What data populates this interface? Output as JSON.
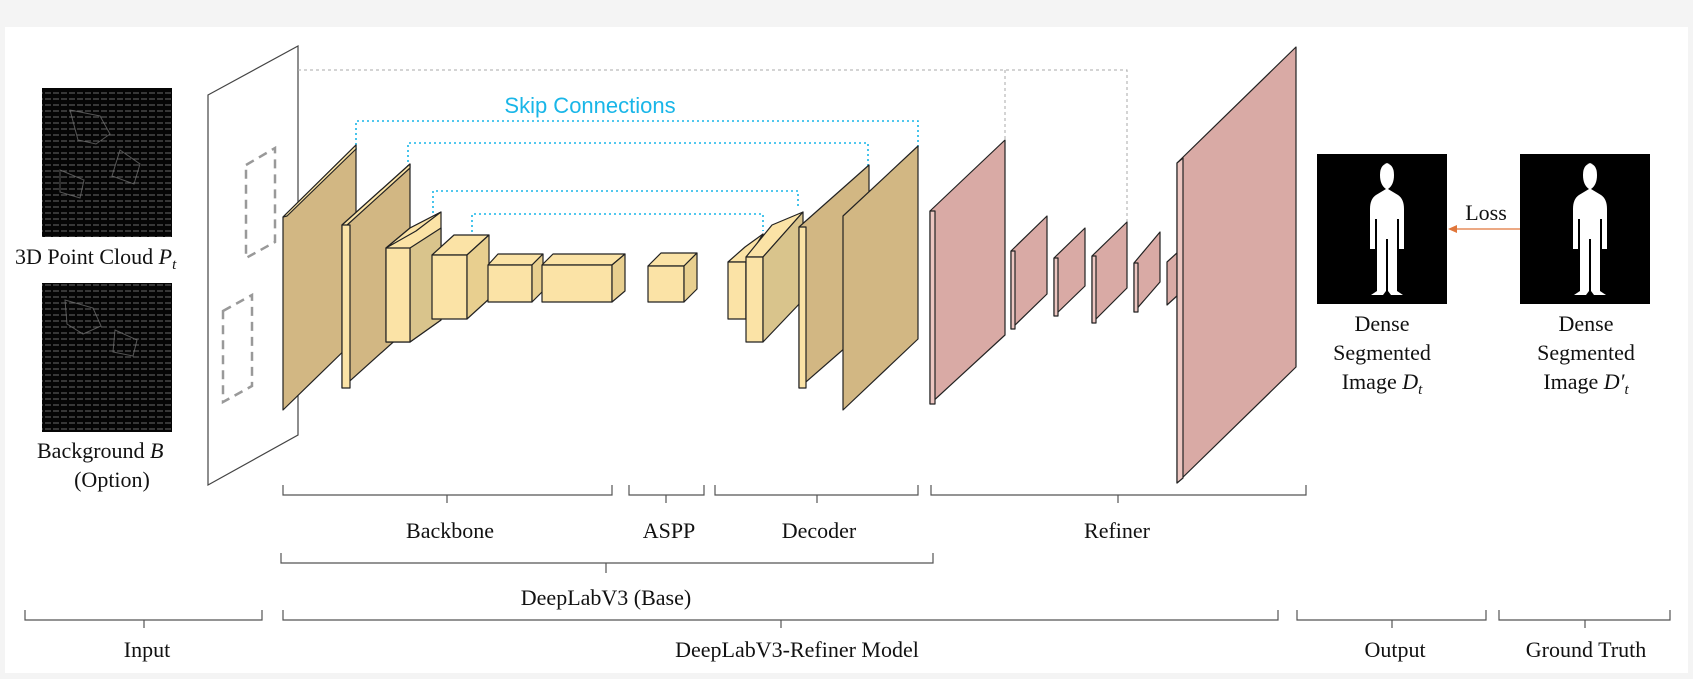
{
  "title": "",
  "labels": {
    "skip_connections": "Skip Connections",
    "point_cloud_caption": "3D Point Cloud",
    "point_cloud_symbol": "P",
    "point_cloud_subscript": "t",
    "background_caption": "Background",
    "background_symbol": "B",
    "background_option": "(Option)",
    "output_line1": "Dense",
    "output_line2": "Segmented",
    "output_line3": "Image",
    "output_symbol": "D",
    "output_subscript": "t",
    "gt_line1": "Dense",
    "gt_line2": "Segmented",
    "gt_line3": "Image",
    "gt_symbol": "D′",
    "gt_subscript": "t",
    "loss": "Loss"
  },
  "sections": {
    "backbone": "Backbone",
    "aspp": "ASPP",
    "decoder": "Decoder",
    "refiner": "Refiner",
    "base": "DeepLabV3 (Base)",
    "input": "Input",
    "model": "DeepLabV3-Refiner Model",
    "output": "Output",
    "ground_truth": "Ground Truth"
  },
  "colors": {
    "page_background": "#f4f4f4",
    "diagram_background": "#ffffff",
    "encoder_dark": "#d2b783",
    "encoder_light": "#fbe3a6",
    "refiner": "#d9aaa5",
    "skip_lines": "#19b6e8",
    "loss_arrow": "#e0763a",
    "bracket": "#555555"
  }
}
